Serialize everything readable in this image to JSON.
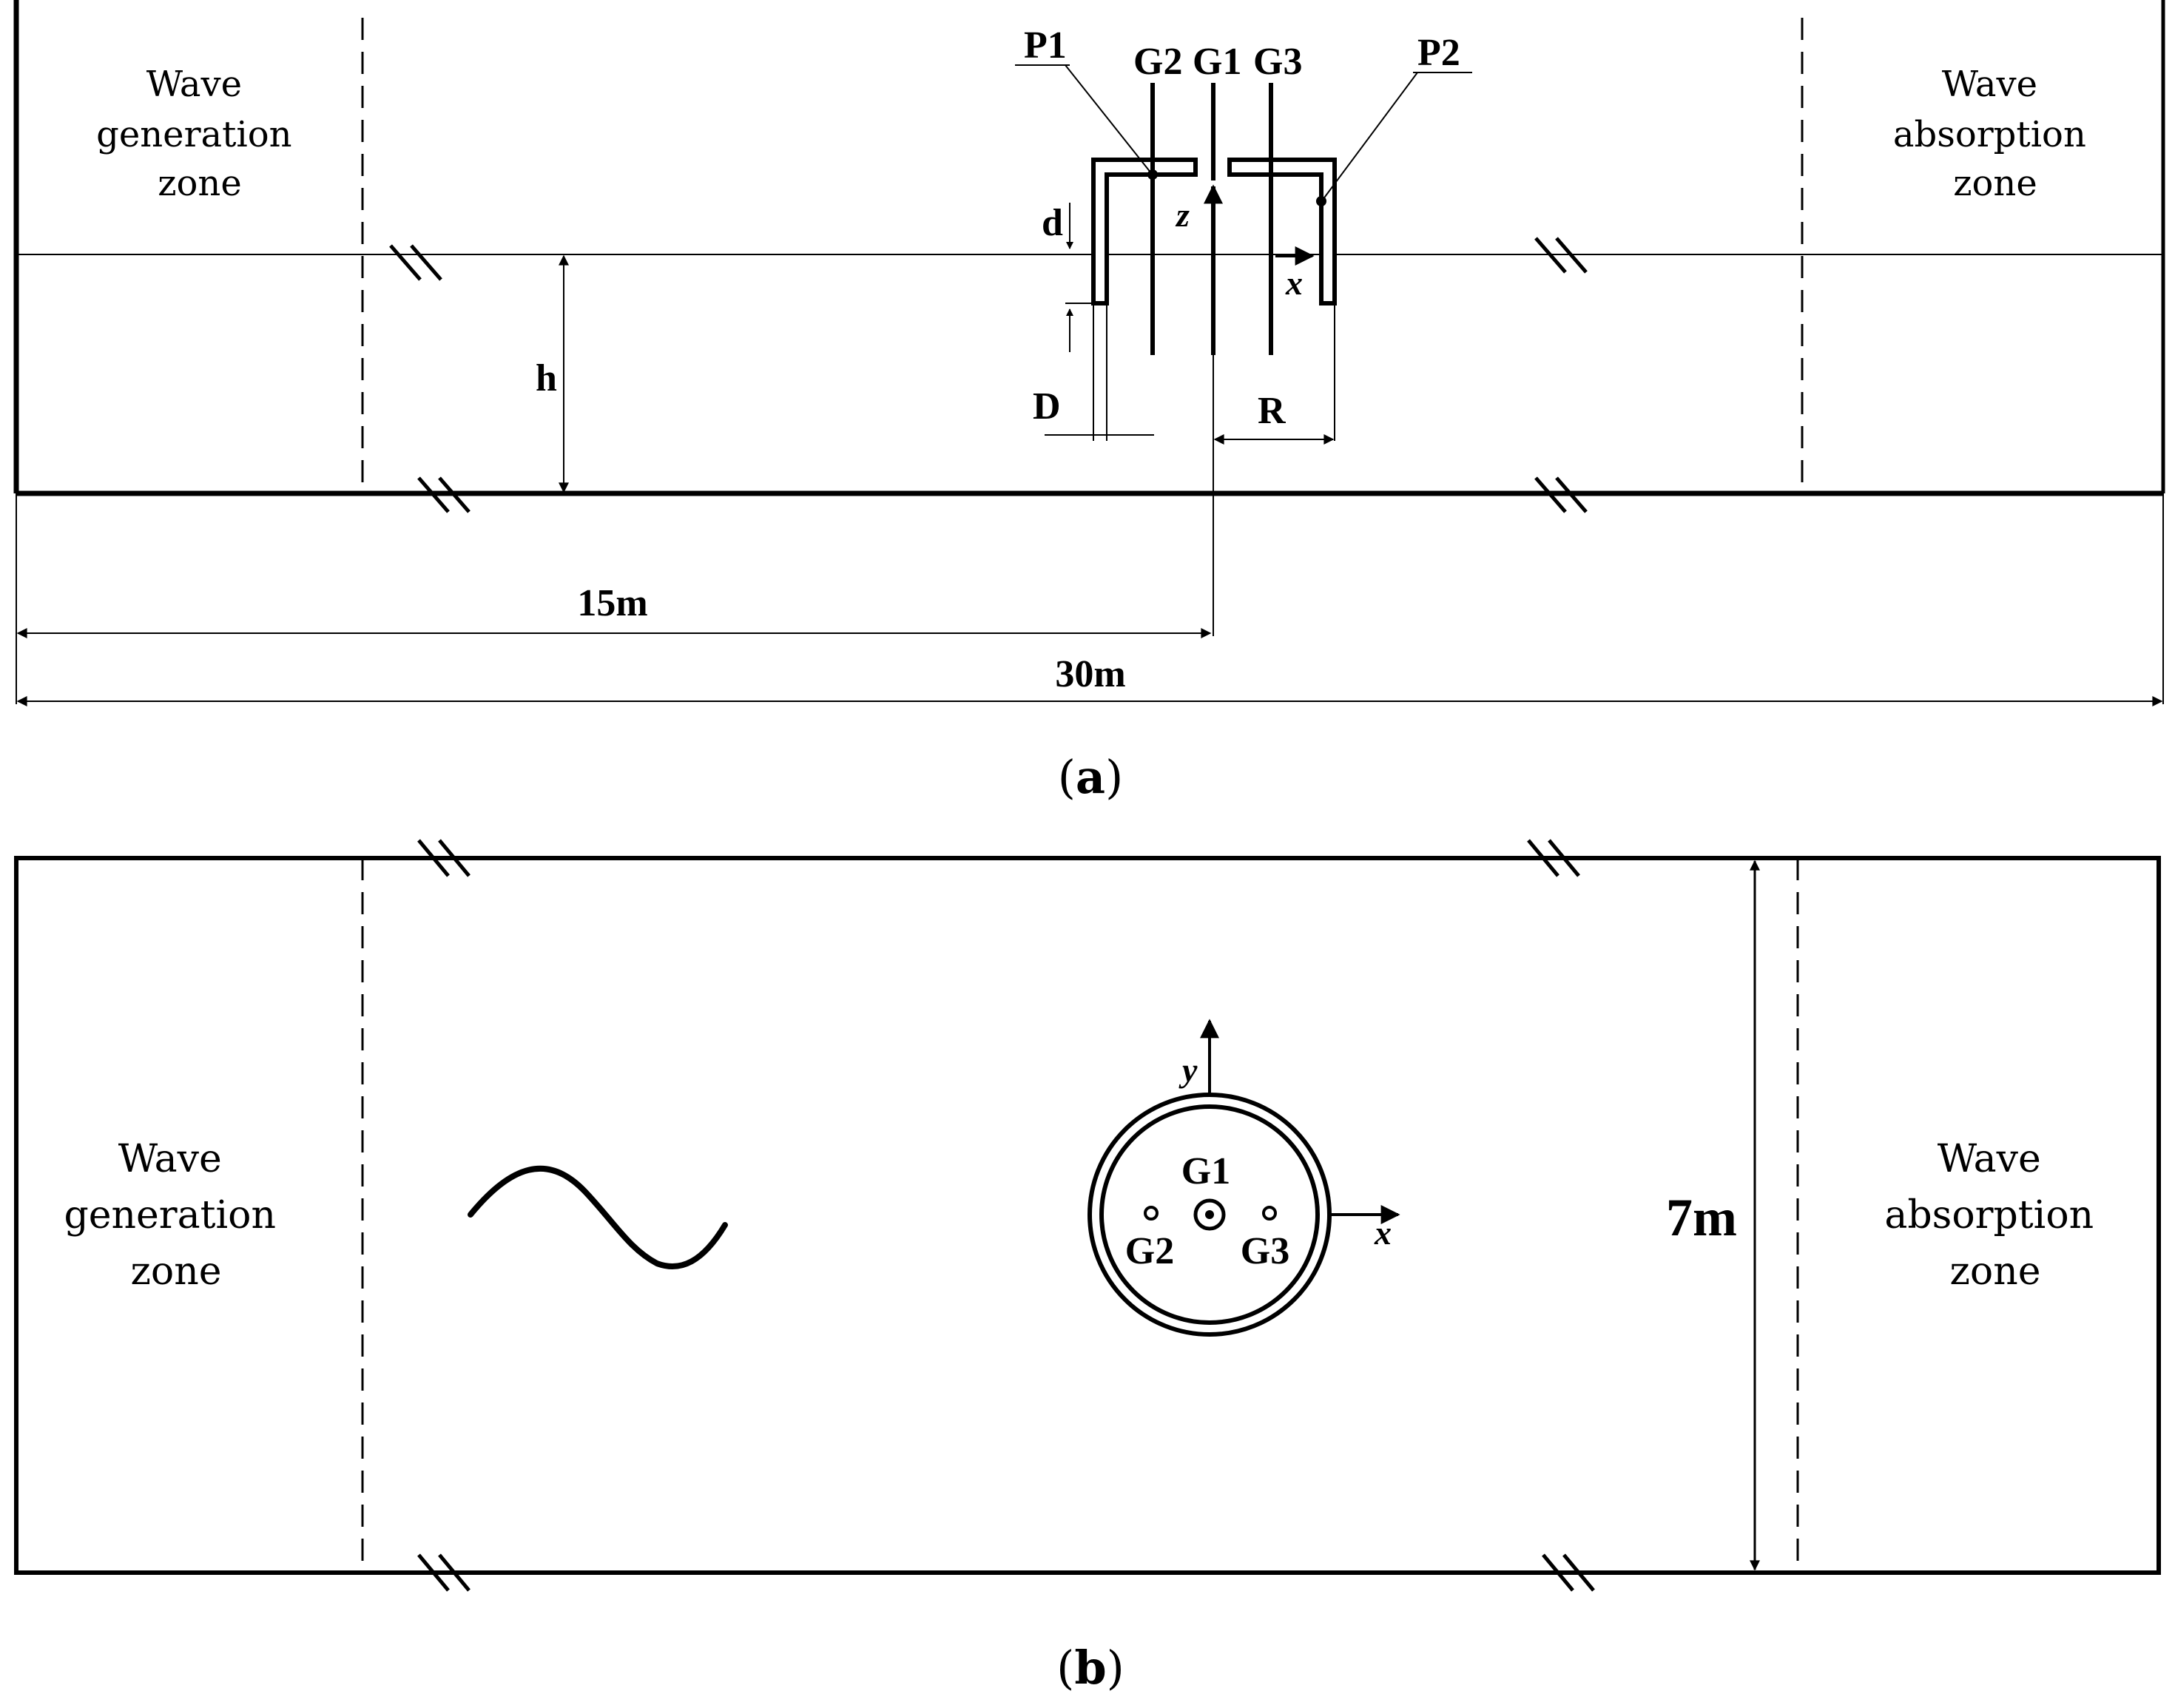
{
  "panel_a": {
    "left_zone": [
      "Wave",
      "generation",
      "zone"
    ],
    "right_zone": [
      "Wave",
      "absorption",
      "zone"
    ],
    "labels": {
      "p1": "P1",
      "p2": "P2",
      "g1": "G1",
      "g2": "G2",
      "g3": "G3",
      "d_small": "d",
      "d_large": "D",
      "r": "R",
      "h": "h",
      "z_axis": "z",
      "x_axis": "x"
    },
    "dim_15": "15m",
    "dim_30": "30m",
    "caption_open": "(",
    "caption_letter": "a",
    "caption_close": ")"
  },
  "panel_b": {
    "left_zone": [
      "Wave",
      "generation",
      "zone"
    ],
    "right_zone": [
      "Wave",
      "absorption",
      "zone"
    ],
    "labels": {
      "g1": "G1",
      "g2": "G2",
      "g3": "G3",
      "y_axis": "y",
      "x_axis": "x"
    },
    "width_dim": "7m",
    "caption_open": "(",
    "caption_letter": "b",
    "caption_close": ")"
  }
}
